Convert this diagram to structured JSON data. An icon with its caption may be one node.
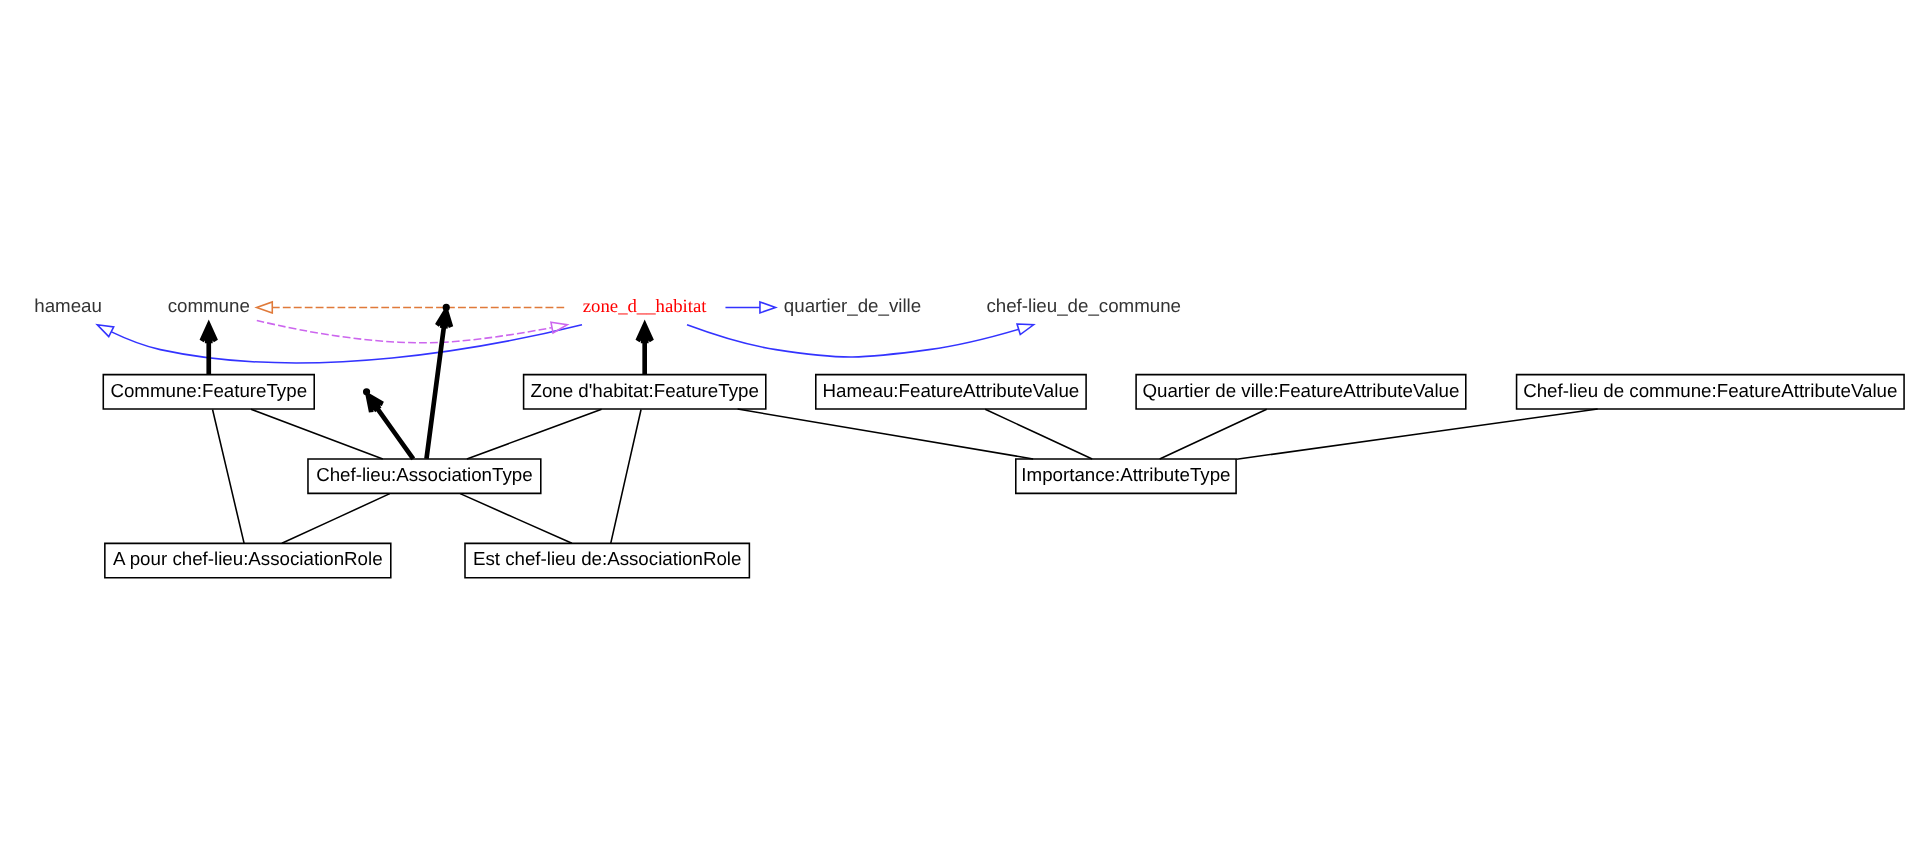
{
  "diagram": {
    "nodes": [
      {
        "text": [
          "hameau"
        ]
      },
      {
        "text": [
          "quartier_de_ville"
        ]
      },
      {
        "text": [
          "chef-lieu_de_commune"
        ]
      },
      {
        "text": [
          "zone_d__habitat"
        ]
      },
      {
        "text": [
          "commune"
        ]
      },
      {
        "text": [
          "Hameau:FeatureAttributeValue"
        ]
      },
      {
        "text": [
          "Quartier de ville:FeatureAttributeValue"
        ]
      },
      {
        "text": [
          "Chef-lieu de commune:FeatureAttributeValue"
        ]
      },
      {
        "text": [
          "Zone d'habitat:FeatureType"
        ]
      },
      {
        "text": [
          "Commune:FeatureType"
        ]
      },
      {
        "text": [
          "Chef-lieu:AssociationType"
        ]
      },
      {
        "text": [
          "Importance:AttributeType"
        ]
      },
      {
        "text": [
          "Est chef-lieu de:AssociationRole"
        ]
      },
      {
        "text": [
          "A pour chef-lieu:AssociationRole"
        ]
      }
    ],
    "edges": [
      {
        "from": 3,
        "to": 0,
        "arrow": "to",
        "color": "#3333ff"
      },
      {
        "from": 3,
        "to": 1,
        "arrow": "to",
        "color": "#3333ff"
      },
      {
        "from": 3,
        "to": 2,
        "arrow": "to",
        "color": "#3333ff"
      },
      {
        "from": 4,
        "to": 3,
        "arrow": "to",
        "style": "dashed",
        "color": "#cc66ee"
      },
      {
        "from": 3,
        "to": 4,
        "arrow": "to",
        "style": "dashed",
        "color": "#e07a3a"
      },
      {
        "from": 11,
        "to": 5,
        "arrow": "none"
      },
      {
        "from": 11,
        "to": 6,
        "arrow": "none"
      },
      {
        "from": 11,
        "to": 7,
        "arrow": "none"
      },
      {
        "from": 11,
        "to": 8,
        "arrow": "none"
      },
      {
        "from": 10,
        "to": 8,
        "arrow": "none"
      },
      {
        "from": 10,
        "to": 9,
        "arrow": "none"
      },
      {
        "from": 12,
        "to": 8,
        "arrow": "none"
      },
      {
        "from": 12,
        "to": 10,
        "arrow": "none"
      },
      {
        "from": 13,
        "to": 10,
        "arrow": "none"
      },
      {
        "from": 13,
        "to": 9,
        "arrow": "none"
      },
      {
        "from": 8,
        "to": 3,
        "arrow": "to",
        "style": "thick"
      },
      {
        "from": 10,
        "to": null,
        "arrow": "to",
        "style": "thick"
      },
      {
        "from": 10,
        "to": null,
        "arrow": "to",
        "style": "thick"
      },
      {
        "from": 9,
        "to": 4,
        "arrow": "to",
        "style": "thick"
      }
    ]
  }
}
